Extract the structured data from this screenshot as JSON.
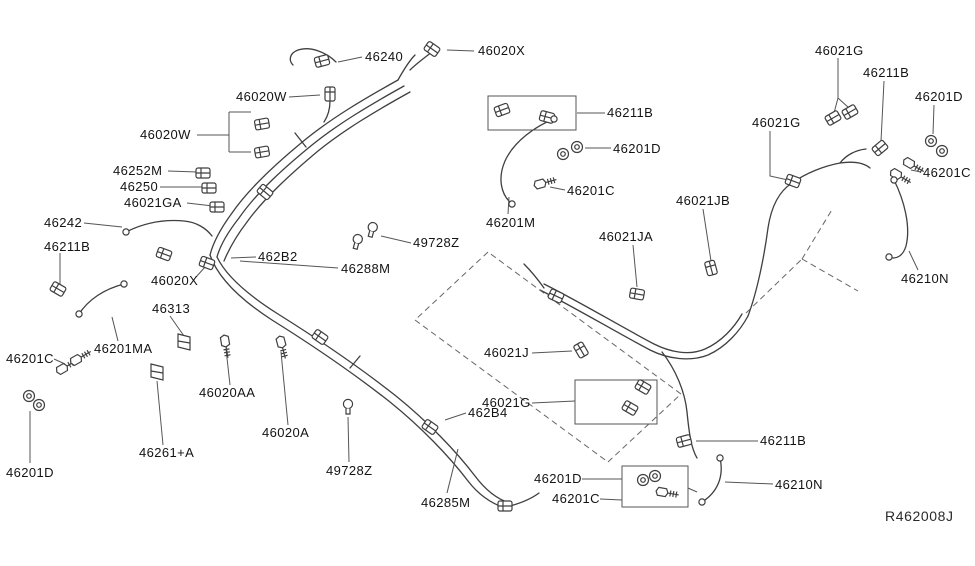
{
  "figure": {
    "ref_code": "R462008J",
    "colors": {
      "line": "#3f3f3f",
      "leader": "#555555",
      "label": "#141414",
      "background": "#ffffff"
    },
    "labels": [
      {
        "id": "46240",
        "text": "46240"
      },
      {
        "id": "46020X-top",
        "text": "46020X"
      },
      {
        "id": "46020W-top",
        "text": "46020W"
      },
      {
        "id": "46020W-left",
        "text": "46020W"
      },
      {
        "id": "46252M",
        "text": "46252M"
      },
      {
        "id": "46250",
        "text": "46250"
      },
      {
        "id": "46021GA",
        "text": "46021GA"
      },
      {
        "id": "46242",
        "text": "46242"
      },
      {
        "id": "46211B-left",
        "text": "46211B"
      },
      {
        "id": "462B2",
        "text": "462B2"
      },
      {
        "id": "46020X-left",
        "text": "46020X"
      },
      {
        "id": "46288M",
        "text": "46288M"
      },
      {
        "id": "49728Z-top",
        "text": "49728Z"
      },
      {
        "id": "46313",
        "text": "46313"
      },
      {
        "id": "46201MA",
        "text": "46201MA"
      },
      {
        "id": "46201C-left",
        "text": "46201C"
      },
      {
        "id": "46020AA",
        "text": "46020AA"
      },
      {
        "id": "46020A",
        "text": "46020A"
      },
      {
        "id": "46201D-left",
        "text": "46201D"
      },
      {
        "id": "46261+A",
        "text": "46261+A"
      },
      {
        "id": "49728Z-bottom",
        "text": "49728Z"
      },
      {
        "id": "46285M",
        "text": "46285M"
      },
      {
        "id": "462B4",
        "text": "462B4"
      },
      {
        "id": "46021G-center",
        "text": "46021G"
      },
      {
        "id": "46021J",
        "text": "46021J"
      },
      {
        "id": "46201D-bottom",
        "text": "46201D"
      },
      {
        "id": "46201C-bottom",
        "text": "46201C"
      },
      {
        "id": "46211B-bottomright",
        "text": "46211B"
      },
      {
        "id": "46210N-bottom",
        "text": "46210N"
      },
      {
        "id": "46211B-topcenter",
        "text": "46211B"
      },
      {
        "id": "46201D-topcenter",
        "text": "46201D"
      },
      {
        "id": "46201C-topcenter",
        "text": "46201C"
      },
      {
        "id": "46201M",
        "text": "46201M"
      },
      {
        "id": "46021JA",
        "text": "46021JA"
      },
      {
        "id": "46021JB",
        "text": "46021JB"
      },
      {
        "id": "46021G-rightmid",
        "text": "46021G"
      },
      {
        "id": "46021G-topright",
        "text": "46021G"
      },
      {
        "id": "46211B-right",
        "text": "46211B"
      },
      {
        "id": "46201D-right",
        "text": "46201D"
      },
      {
        "id": "46201C-right",
        "text": "46201C"
      },
      {
        "id": "46210N-right",
        "text": "46210N"
      }
    ]
  }
}
